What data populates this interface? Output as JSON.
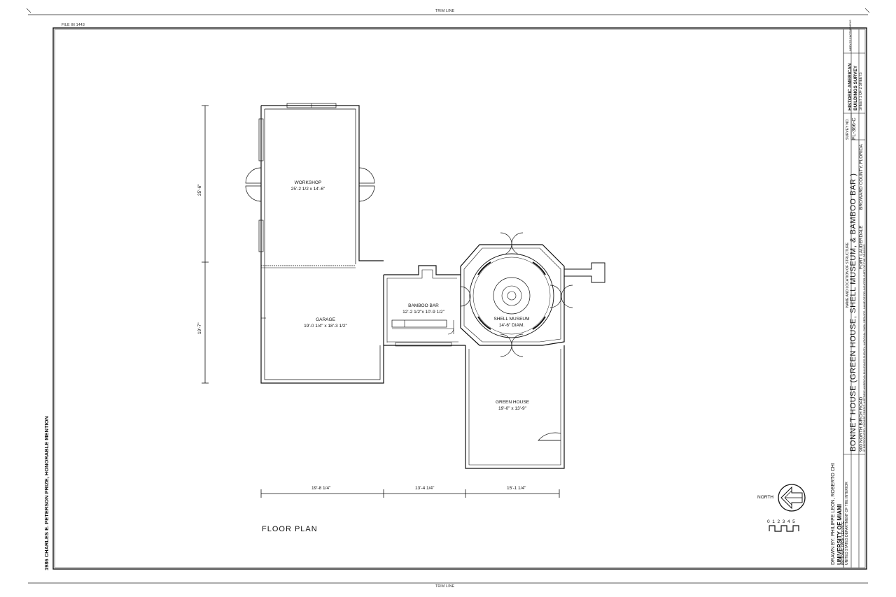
{
  "sheet": {
    "trim_top": "TRIM LINE",
    "trim_bottom": "TRIM LINE",
    "corner_note": "FILE IN 1443",
    "left_credit": "1986 CHARLES E. PETERSON PRIZE, HONORABLE MENTION",
    "floor_plan_title": "FLOOR PLAN",
    "north_label": "NORTH",
    "scale_numbers": [
      "0",
      "1",
      "2",
      "3",
      "4",
      "5"
    ]
  },
  "rooms": {
    "workshop": {
      "name": "WORKSHOP",
      "size": "25'-2 1/2 x 14'-6\""
    },
    "garage": {
      "name": "GARAGE",
      "size": "19'-0 1/4\" x 18'-3 1/2\""
    },
    "bamboo_bar": {
      "name": "BAMBOO BAR",
      "size": "12'-2 1/2\"x 10'-9 1/2\""
    },
    "shell_museum": {
      "name": "SHELL MUSEUM",
      "size": "14'-6\" DIAM."
    },
    "green_house": {
      "name": "GREEN HOUSE",
      "size": "19'-0\" x 13'-9\""
    }
  },
  "dimensions": {
    "left_upper": "25'-6\"",
    "left_lower": "19'-7\"",
    "bottom_1": "19'-8 1/4\"",
    "bottom_2": "13'-4 1/4\"",
    "bottom_3": "15'-1 1/4\""
  },
  "title_block": {
    "drawn_by": "DRAWN BY: PHILIPPE LEON, ROBERTO CHI",
    "university": "UNIVERSITY OF MIAMI",
    "agency_1": "NATIONAL PARK SERVICE",
    "agency_2": "UNITED STATES DEPARTMENT OF THE INTERIOR",
    "name_caption": "NAME AND LOCATION OF STRUCTURE",
    "structure_name": "BONNET HOUSE (GREEN HOUSE, SHELL MUSEUM, & BAMBOO BAR )",
    "address": "900 NORTH BIRCH ROAD",
    "city": "FORT LAUDERDALE",
    "county_state": "BROWARD COUNTY, FLORIDA",
    "credit_note": "IF REPRODUCED, PLEASE CREDIT: HISTORIC AMERICAN BUILDINGS SURVEY, NATIONAL PARK SERVICE, NAME OF DELINEATOR, DATE OF THE DRAWING",
    "survey_label": "SURVEY NO.",
    "survey_no": "FL-366-C",
    "habs_1": "HISTORIC AMERICAN",
    "habs_2": "BUILDINGS SURVEY",
    "sheet_of": "SHEET 1 OF 2 SHEETS",
    "index_note": "INDEX TO PHOTOGRAPHS"
  },
  "colors": {
    "ink": "#111111",
    "paper": "#ffffff"
  }
}
